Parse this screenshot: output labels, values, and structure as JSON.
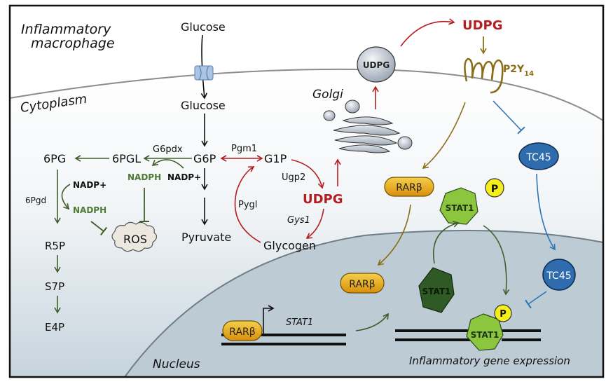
{
  "labels": {
    "cell_type": [
      "Inflammatory",
      "macrophage"
    ],
    "cytoplasm": "Cytoplasm",
    "nucleus": "Nucleus",
    "golgi": "Golgi",
    "gene_expression": "Inflammatory gene expression"
  },
  "glycolysis": {
    "glucose_out": "Glucose",
    "glucose_in": "Glucose",
    "g6p": "G6P",
    "pyruvate": "Pyruvate"
  },
  "ppp": {
    "pgl": "6PGL",
    "pg": "6PG",
    "g6pdx": "G6pdx",
    "pgd": "6Pgd",
    "nadph_1": "NADPH",
    "nadp_1": "NADP+",
    "nadp_2": "NADP+",
    "nadph_2": "NADPH",
    "ros": "ROS",
    "r5p": "R5P",
    "s7p": "S7P",
    "e4p": "E4P"
  },
  "glycogen": {
    "pgm1": "Pgm1",
    "g1p": "G1P",
    "ugp2": "Ugp2",
    "udpg": "UDPG",
    "gys1": "Gys1",
    "pygl": "Pygl",
    "glycogen": "Glycogen"
  },
  "signaling": {
    "udpg_vesicle": "UDPG",
    "udpg_extracellular": "UDPG",
    "receptor": "P2Y",
    "receptor_sub": "14",
    "tc45_cyto": "TC45",
    "tc45_nuc": "TC45",
    "rarb_cyto": "RARβ",
    "rarb_nuc": "RARβ",
    "rarb_dna": "RARβ",
    "stat1_gene": "STAT1",
    "stat1_nuc": "STAT1",
    "stat1_p_cyto": "STAT1",
    "stat1_p_dna": "STAT1",
    "phospho": "P"
  },
  "colors": {
    "red": "#b41e23",
    "green": "#3f5e2c",
    "olive": "#8a6d16",
    "blue": "#2e74b5",
    "tc45_fill": "#2f6cae",
    "rarb_fill": "#e8a614",
    "stat_light": "#8cc63f",
    "stat_dark": "#2f5a25",
    "phospho_fill": "#f5ee1a"
  }
}
